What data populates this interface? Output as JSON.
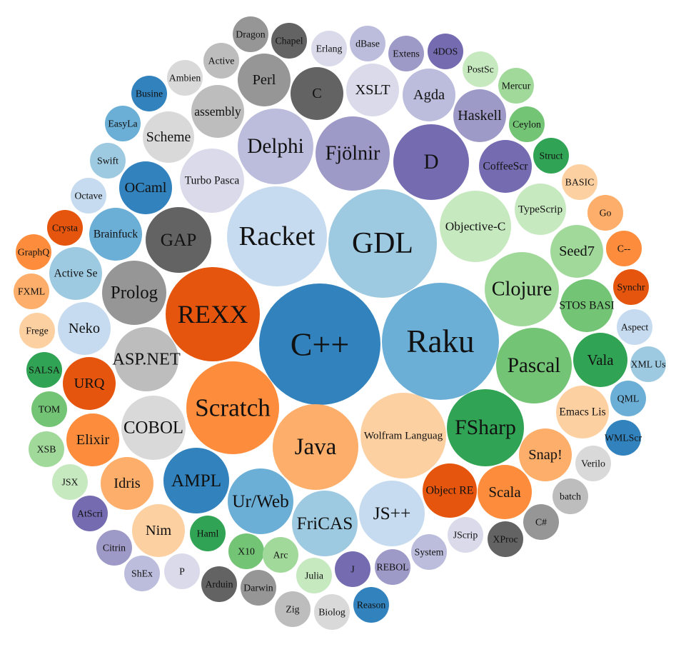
{
  "chart_data": {
    "type": "bubble",
    "title": "",
    "palette": [
      "#3182bd",
      "#6baed6",
      "#9ecae1",
      "#c6dbef",
      "#e6550d",
      "#fd8d3c",
      "#fdae6b",
      "#fdd0a2",
      "#31a354",
      "#74c476",
      "#a1d99b",
      "#c7e9c0",
      "#756bb1",
      "#9e9ac8",
      "#bcbddc",
      "#dadaeb",
      "#636363",
      "#969696",
      "#bdbdbd",
      "#d9d9d9"
    ],
    "nodes": [
      {
        "label": "C++",
        "value": 85,
        "color": "#3182bd"
      },
      {
        "label": "Raku",
        "value": 82,
        "color": "#6baed6"
      },
      {
        "label": "GDL",
        "value": 76,
        "color": "#9ecae1"
      },
      {
        "label": "Racket",
        "value": 70,
        "color": "#c6dbef"
      },
      {
        "label": "REXX",
        "value": 66,
        "color": "#e6550d"
      },
      {
        "label": "Scratch",
        "value": 65,
        "color": "#fd8d3c"
      },
      {
        "label": "Java",
        "value": 60,
        "color": "#fdae6b"
      },
      {
        "label": "Wolfram Languag",
        "value": 60,
        "color": "#fdd0a2"
      },
      {
        "label": "FSharp",
        "value": 54,
        "color": "#31a354"
      },
      {
        "label": "Pascal",
        "value": 53,
        "color": "#74c476"
      },
      {
        "label": "Clojure",
        "value": 52,
        "color": "#a1d99b"
      },
      {
        "label": "Objective-C",
        "value": 50,
        "color": "#c7e9c0"
      },
      {
        "label": "D",
        "value": 53,
        "color": "#756bb1"
      },
      {
        "label": "Fjölnir",
        "value": 52,
        "color": "#9e9ac8"
      },
      {
        "label": "Delphi",
        "value": 53,
        "color": "#bcbddc"
      },
      {
        "label": "Turbo Pasca",
        "value": 45,
        "color": "#dadaeb"
      },
      {
        "label": "GAP",
        "value": 46,
        "color": "#636363"
      },
      {
        "label": "Prolog",
        "value": 45,
        "color": "#969696"
      },
      {
        "label": "ASP.NET",
        "value": 45,
        "color": "#bdbdbd"
      },
      {
        "label": "COBOL",
        "value": 45,
        "color": "#d9d9d9"
      },
      {
        "label": "AMPL",
        "value": 46,
        "color": "#3182bd"
      },
      {
        "label": "Ur/Web",
        "value": 46,
        "color": "#6baed6"
      },
      {
        "label": "FriCAS",
        "value": 46,
        "color": "#9ecae1"
      },
      {
        "label": "JS++",
        "value": 46,
        "color": "#c6dbef"
      },
      {
        "label": "Object RE",
        "value": 38,
        "color": "#e6550d"
      },
      {
        "label": "Scala",
        "value": 38,
        "color": "#fd8d3c"
      },
      {
        "label": "Snap!",
        "value": 37,
        "color": "#fdae6b"
      },
      {
        "label": "Emacs Lis",
        "value": 37,
        "color": "#fdd0a2"
      },
      {
        "label": "Vala",
        "value": 38,
        "color": "#31a354"
      },
      {
        "label": "STOS BASI",
        "value": 37,
        "color": "#74c476"
      },
      {
        "label": "Seed7",
        "value": 37,
        "color": "#a1d99b"
      },
      {
        "label": "TypeScrip",
        "value": 36,
        "color": "#c7e9c0"
      },
      {
        "label": "CoffeeScr",
        "value": 37,
        "color": "#756bb1"
      },
      {
        "label": "Haskell",
        "value": 37,
        "color": "#9e9ac8"
      },
      {
        "label": "Agda",
        "value": 37,
        "color": "#bcbddc"
      },
      {
        "label": "XSLT",
        "value": 37,
        "color": "#dadaeb"
      },
      {
        "label": "C",
        "value": 37,
        "color": "#636363"
      },
      {
        "label": "Perl",
        "value": 37,
        "color": "#969696"
      },
      {
        "label": "assembly",
        "value": 37,
        "color": "#bdbdbd"
      },
      {
        "label": "Scheme",
        "value": 36,
        "color": "#d9d9d9"
      },
      {
        "label": "OCaml",
        "value": 37,
        "color": "#3182bd"
      },
      {
        "label": "Brainfuck",
        "value": 37,
        "color": "#6baed6"
      },
      {
        "label": "Active Se",
        "value": 37,
        "color": "#9ecae1"
      },
      {
        "label": "Neko",
        "value": 37,
        "color": "#c6dbef"
      },
      {
        "label": "URQ",
        "value": 37,
        "color": "#e6550d"
      },
      {
        "label": "Elixir",
        "value": 37,
        "color": "#fd8d3c"
      },
      {
        "label": "Idris",
        "value": 37,
        "color": "#fdae6b"
      },
      {
        "label": "Nim",
        "value": 37,
        "color": "#fdd0a2"
      },
      {
        "label": "Haml",
        "value": 25,
        "color": "#31a354"
      },
      {
        "label": "X10",
        "value": 25,
        "color": "#74c476"
      },
      {
        "label": "Arc",
        "value": 25,
        "color": "#a1d99b"
      },
      {
        "label": "Julia",
        "value": 25,
        "color": "#c7e9c0"
      },
      {
        "label": "J",
        "value": 25,
        "color": "#756bb1"
      },
      {
        "label": "REBOL",
        "value": 25,
        "color": "#9e9ac8"
      },
      {
        "label": "System",
        "value": 25,
        "color": "#bcbddc"
      },
      {
        "label": "JScrip",
        "value": 25,
        "color": "#dadaeb"
      },
      {
        "label": "XProc",
        "value": 25,
        "color": "#636363"
      },
      {
        "label": "C#",
        "value": 25,
        "color": "#969696"
      },
      {
        "label": "batch",
        "value": 25,
        "color": "#bdbdbd"
      },
      {
        "label": "Verilo",
        "value": 25,
        "color": "#d9d9d9"
      },
      {
        "label": "WMLScr",
        "value": 25,
        "color": "#3182bd"
      },
      {
        "label": "QML",
        "value": 25,
        "color": "#6baed6"
      },
      {
        "label": "XML Us",
        "value": 25,
        "color": "#9ecae1"
      },
      {
        "label": "Aspect",
        "value": 25,
        "color": "#c6dbef"
      },
      {
        "label": "Synchr",
        "value": 25,
        "color": "#e6550d"
      },
      {
        "label": "C--",
        "value": 25,
        "color": "#fd8d3c"
      },
      {
        "label": "Go",
        "value": 25,
        "color": "#fdae6b"
      },
      {
        "label": "BASIC",
        "value": 25,
        "color": "#fdd0a2"
      },
      {
        "label": "Struct",
        "value": 25,
        "color": "#31a354"
      },
      {
        "label": "Ceylon",
        "value": 25,
        "color": "#74c476"
      },
      {
        "label": "Mercur",
        "value": 25,
        "color": "#a1d99b"
      },
      {
        "label": "PostSc",
        "value": 25,
        "color": "#c7e9c0"
      },
      {
        "label": "4DOS",
        "value": 25,
        "color": "#756bb1"
      },
      {
        "label": "Extens",
        "value": 25,
        "color": "#9e9ac8"
      },
      {
        "label": "dBase",
        "value": 25,
        "color": "#bcbddc"
      },
      {
        "label": "Erlang",
        "value": 25,
        "color": "#dadaeb"
      },
      {
        "label": "Chapel",
        "value": 25,
        "color": "#636363"
      },
      {
        "label": "Dragon",
        "value": 25,
        "color": "#969696"
      },
      {
        "label": "Active",
        "value": 25,
        "color": "#bdbdbd"
      },
      {
        "label": "Ambien",
        "value": 25,
        "color": "#d9d9d9"
      },
      {
        "label": "Busine",
        "value": 25,
        "color": "#3182bd"
      },
      {
        "label": "EasyLa",
        "value": 25,
        "color": "#6baed6"
      },
      {
        "label": "Swift",
        "value": 25,
        "color": "#9ecae1"
      },
      {
        "label": "Octave",
        "value": 25,
        "color": "#c6dbef"
      },
      {
        "label": "Crysta",
        "value": 25,
        "color": "#e6550d"
      },
      {
        "label": "GraphQ",
        "value": 25,
        "color": "#fd8d3c"
      },
      {
        "label": "FXML",
        "value": 25,
        "color": "#fdae6b"
      },
      {
        "label": "Frege",
        "value": 25,
        "color": "#fdd0a2"
      },
      {
        "label": "SALSA",
        "value": 25,
        "color": "#31a354"
      },
      {
        "label": "TOM",
        "value": 25,
        "color": "#74c476"
      },
      {
        "label": "XSB",
        "value": 25,
        "color": "#a1d99b"
      },
      {
        "label": "JSX",
        "value": 25,
        "color": "#c7e9c0"
      },
      {
        "label": "AtScri",
        "value": 25,
        "color": "#756bb1"
      },
      {
        "label": "Citrin",
        "value": 25,
        "color": "#9e9ac8"
      },
      {
        "label": "ShEx",
        "value": 25,
        "color": "#bcbddc"
      },
      {
        "label": "P",
        "value": 25,
        "color": "#dadaeb"
      },
      {
        "label": "Arduin",
        "value": 25,
        "color": "#636363"
      },
      {
        "label": "Darwin",
        "value": 25,
        "color": "#969696"
      },
      {
        "label": "Zig",
        "value": 25,
        "color": "#bdbdbd"
      },
      {
        "label": "Biolog",
        "value": 25,
        "color": "#d9d9d9"
      },
      {
        "label": "Reason",
        "value": 25,
        "color": "#3182bd"
      }
    ]
  }
}
